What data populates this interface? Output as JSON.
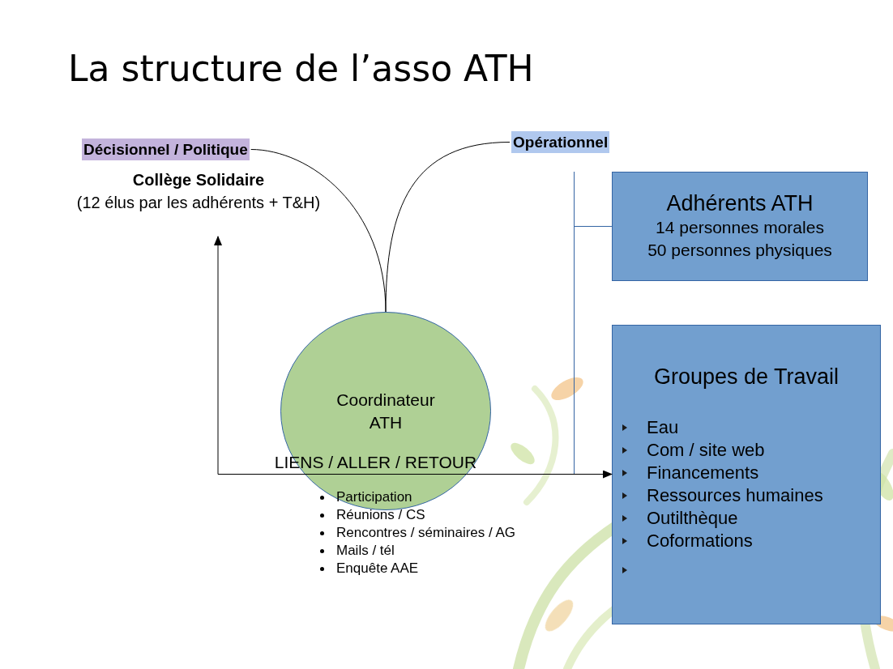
{
  "diagram": {
    "title": "La structure de l’asso ATH",
    "nodes": [
      {
        "text": [
          "Décisionnel / Politique"
        ]
      },
      {
        "text": [
          "Opérationnel"
        ]
      },
      {
        "text": [
          "Collège Solidaire",
          "(12 élus par les adhérents + T&H)"
        ]
      },
      {
        "text": [
          "Adhérents ATH",
          "14 personnes morales",
          "50 personnes physiques"
        ]
      },
      {
        "text": [
          "Coordinateur ATH"
        ]
      },
      {
        "text": [
          "Groupes de Travail",
          "Eau",
          "Com / site web",
          "Financements",
          "Ressources humaines",
          "Outilthèque",
          "Coformations"
        ]
      }
    ],
    "edges": [
      {
        "from": 4,
        "to": 0,
        "arrow": "none"
      },
      {
        "from": 4,
        "to": 1,
        "arrow": "none"
      },
      {
        "from": 2,
        "to": 5,
        "label": "LIENS / ALLER / RETOUR",
        "arrow": "both"
      }
    ],
    "labels": [
      "Participation",
      "Réunions / CS",
      "Rencontres / séminaires / AG",
      "Mails / tél",
      "Enquête AAE"
    ]
  }
}
